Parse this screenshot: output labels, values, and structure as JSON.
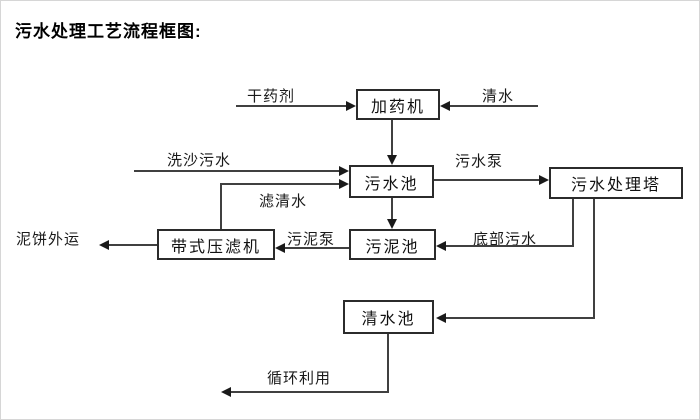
{
  "title": "污水处理工艺流程框图:",
  "diagram_type": "flowchart",
  "colors": {
    "background": "#ffffff",
    "line": "#404040",
    "box_border": "#2b2b2b",
    "text": "#111111"
  },
  "nodes": {
    "dosing_machine": "加药机",
    "sewage_pool": "污水池",
    "treatment_tower": "污水处理塔",
    "sludge_pool": "污泥池",
    "belt_filter_press": "带式压滤机",
    "clean_water_pool": "清水池"
  },
  "edges": {
    "dry_agent": "干药剂",
    "clean_water_in": "清水",
    "sand_wash_sewage": "洗沙污水",
    "sewage_pump": "污水泵",
    "filtered_water": "滤清水",
    "sludge_pump": "污泥泵",
    "bottom_sewage": "底部污水",
    "mud_cake_out": "泥饼外运",
    "recycle_use": "循环利用"
  },
  "flows": [
    "干药剂 → 加药机",
    "清水 → 加药机",
    "加药机 → 污水池",
    "洗沙污水 → 污水池",
    "带式压滤机 →(滤清水) 污水池",
    "污水池 →(污水泵) 污水处理塔",
    "污水池 → 污泥池",
    "污水处理塔 →(底部污水) 污泥池",
    "污泥池 →(污泥泵) 带式压滤机",
    "带式压滤机 →(泥饼外运) 外部",
    "污水处理塔 → 清水池",
    "清水池 →(循环利用) 外部"
  ]
}
